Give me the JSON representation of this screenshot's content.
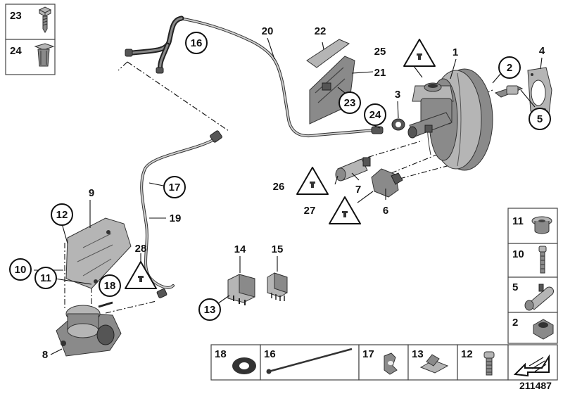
{
  "diagram": {
    "reference_number": "211487",
    "callouts": [
      {
        "id": "c1",
        "label": "1"
      },
      {
        "id": "c2",
        "label": "2"
      },
      {
        "id": "c3",
        "label": "3"
      },
      {
        "id": "c4",
        "label": "4"
      },
      {
        "id": "c5",
        "label": "5"
      },
      {
        "id": "c6",
        "label": "6"
      },
      {
        "id": "c7",
        "label": "7"
      },
      {
        "id": "c8",
        "label": "8"
      },
      {
        "id": "c9",
        "label": "9"
      },
      {
        "id": "c10",
        "label": "10"
      },
      {
        "id": "c11",
        "label": "11"
      },
      {
        "id": "c12",
        "label": "12"
      },
      {
        "id": "c13",
        "label": "13"
      },
      {
        "id": "c14",
        "label": "14"
      },
      {
        "id": "c15",
        "label": "15"
      },
      {
        "id": "c16",
        "label": "16"
      },
      {
        "id": "c17",
        "label": "17"
      },
      {
        "id": "c18",
        "label": "18"
      },
      {
        "id": "c19",
        "label": "19"
      },
      {
        "id": "c20",
        "label": "20"
      },
      {
        "id": "c21",
        "label": "21"
      },
      {
        "id": "c22",
        "label": "22"
      },
      {
        "id": "c23",
        "label": "23"
      },
      {
        "id": "c24",
        "label": "24"
      },
      {
        "id": "c25",
        "label": "25"
      },
      {
        "id": "c26",
        "label": "26"
      },
      {
        "id": "c27",
        "label": "27"
      },
      {
        "id": "c28",
        "label": "28"
      }
    ],
    "top_left_legend": [
      {
        "label": "23"
      },
      {
        "label": "24"
      }
    ],
    "right_legend": [
      {
        "label": "11"
      },
      {
        "label": "10"
      },
      {
        "label": "5"
      },
      {
        "label": "2"
      }
    ],
    "bottom_legend": [
      {
        "label": "18"
      },
      {
        "label": "16"
      },
      {
        "label": "17"
      },
      {
        "label": "13"
      },
      {
        "label": "12"
      }
    ]
  }
}
